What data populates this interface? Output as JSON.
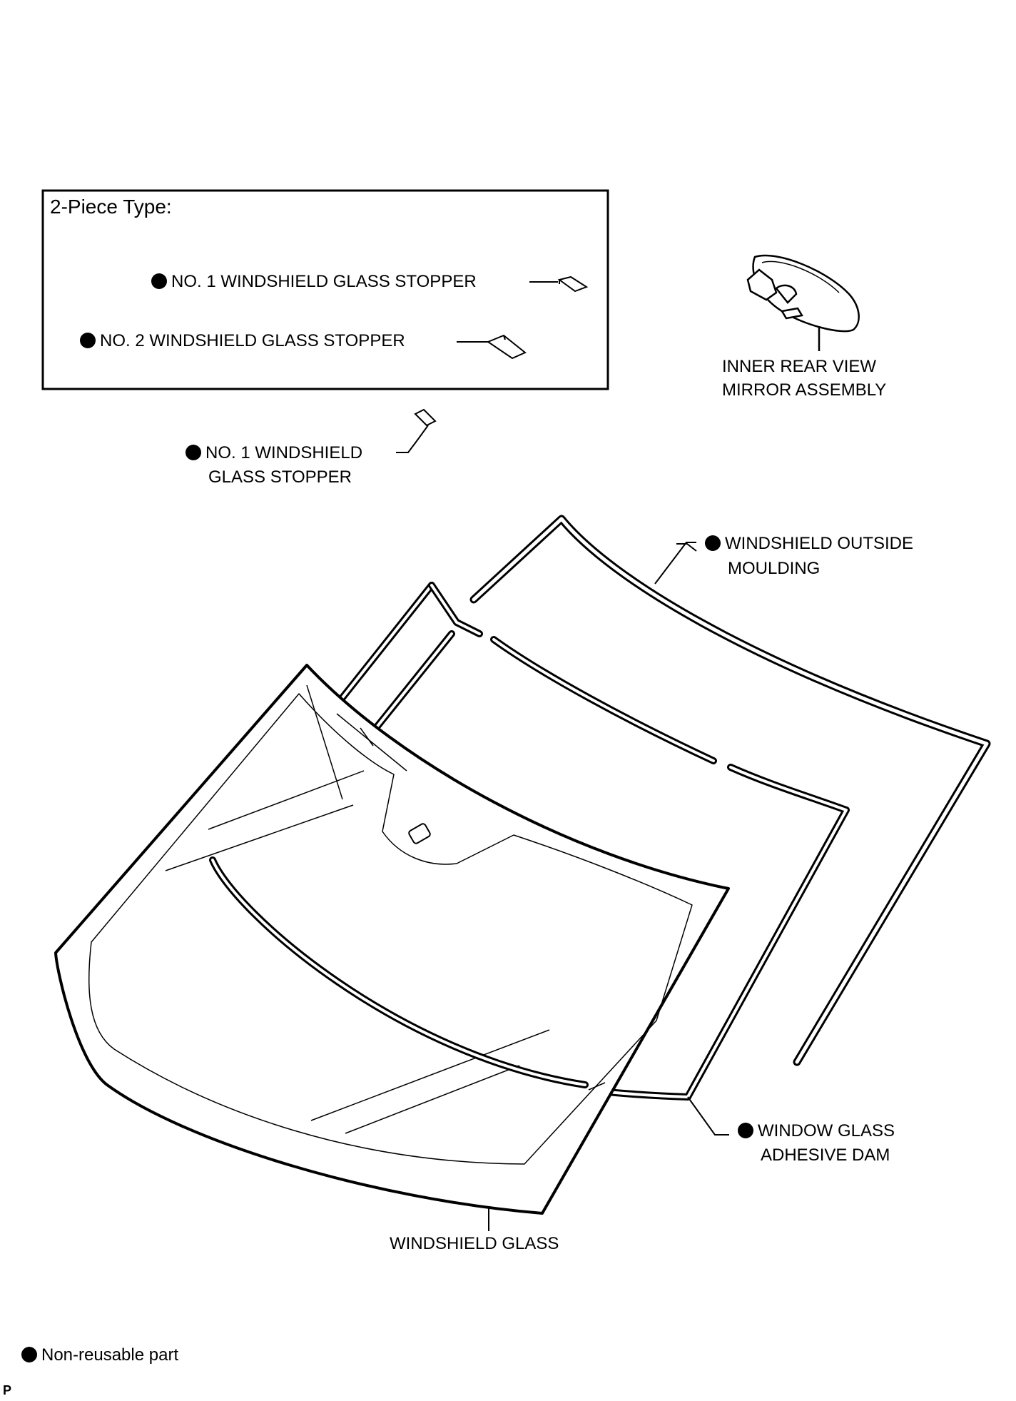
{
  "inset": {
    "title": "2-Piece Type:",
    "no1_label": "NO. 1 WINDSHIELD GLASS STOPPER",
    "no2_label": "NO. 2 WINDSHIELD GLASS STOPPER"
  },
  "labels": {
    "stopper_line1": "NO. 1 WINDSHIELD",
    "stopper_line2": "GLASS STOPPER",
    "mirror_line1": "INNER REAR VIEW",
    "mirror_line2": "MIRROR ASSEMBLY",
    "moulding_line1": "WINDSHIELD OUTSIDE",
    "moulding_line2": "MOULDING",
    "dam_line1": "WINDOW GLASS",
    "dam_line2": "ADHESIVE DAM",
    "glass": "WINDSHIELD GLASS"
  },
  "legend": {
    "text": "Non-reusable part"
  },
  "corner_mark": "P",
  "colors": {
    "ink": "#000000",
    "paper": "#ffffff"
  }
}
